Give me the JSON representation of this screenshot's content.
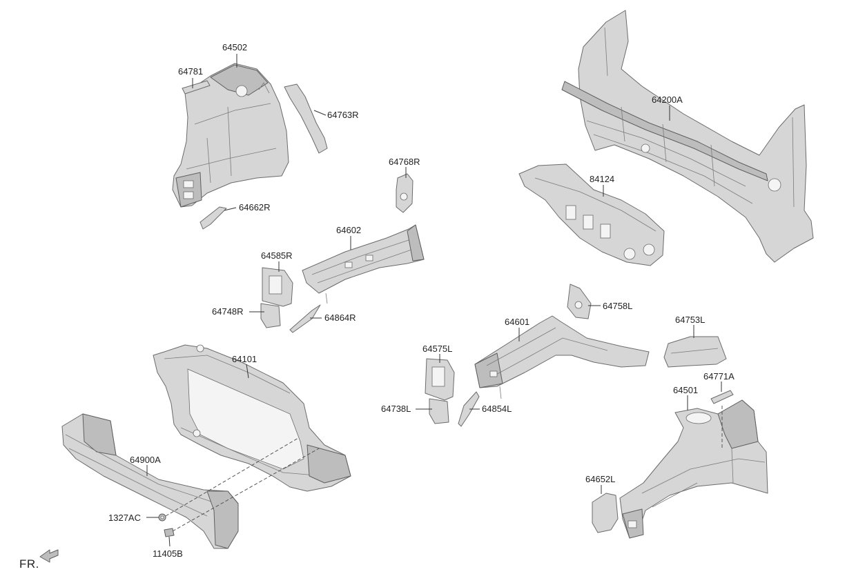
{
  "labels": {
    "p64502": "64502",
    "p64781": "64781",
    "p64763R": "64763R",
    "p64662R": "64662R",
    "p64768R": "64768R",
    "p64602": "64602",
    "p64585R": "64585R",
    "p64748R": "64748R",
    "p64864R": "64864R",
    "p64200A": "64200A",
    "p84124": "84124",
    "p64758L": "64758L",
    "p64601": "64601",
    "p64753L": "64753L",
    "p64575L": "64575L",
    "p64771A": "64771A",
    "p64501": "64501",
    "p64738L": "64738L",
    "p64854L": "64854L",
    "p64101": "64101",
    "p64900A": "64900A",
    "p1327AC": "1327AC",
    "p11405B": "11405B",
    "p64652L": "64652L"
  },
  "direction": {
    "front_label": "FR.",
    "arrow_icon": "front-direction-arrow-icon"
  },
  "colors": {
    "part_fill": "#d6d6d6",
    "part_stroke": "#6a6a6a",
    "line": "#333333"
  }
}
